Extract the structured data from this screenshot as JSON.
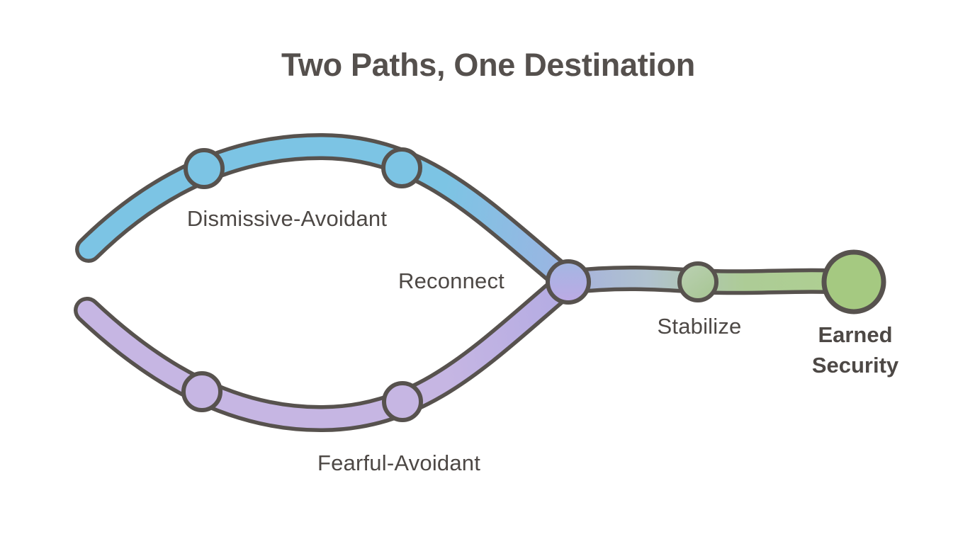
{
  "title": "Two Paths, One Destination",
  "diagram": {
    "top_path": {
      "label": "Dismissive-Avoidant",
      "color": "#7cc4e4",
      "node_count": 2
    },
    "bottom_path": {
      "label": "Fearful-Avoidant",
      "color": "#c6b6e3",
      "node_count": 2
    },
    "merge_node": {
      "label": "Reconnect",
      "color_top": "#a3b7e2",
      "color_bottom": "#bda9e5"
    },
    "mid_node": {
      "label": "Stabilize",
      "color": "#b0c9a0"
    },
    "end_node": {
      "label": "Earned Security",
      "color": "#a5c981"
    },
    "outline_color": "#57524e",
    "text_color": "#4d4845",
    "title_color": "#55504d",
    "background_color": "#ffffff"
  }
}
